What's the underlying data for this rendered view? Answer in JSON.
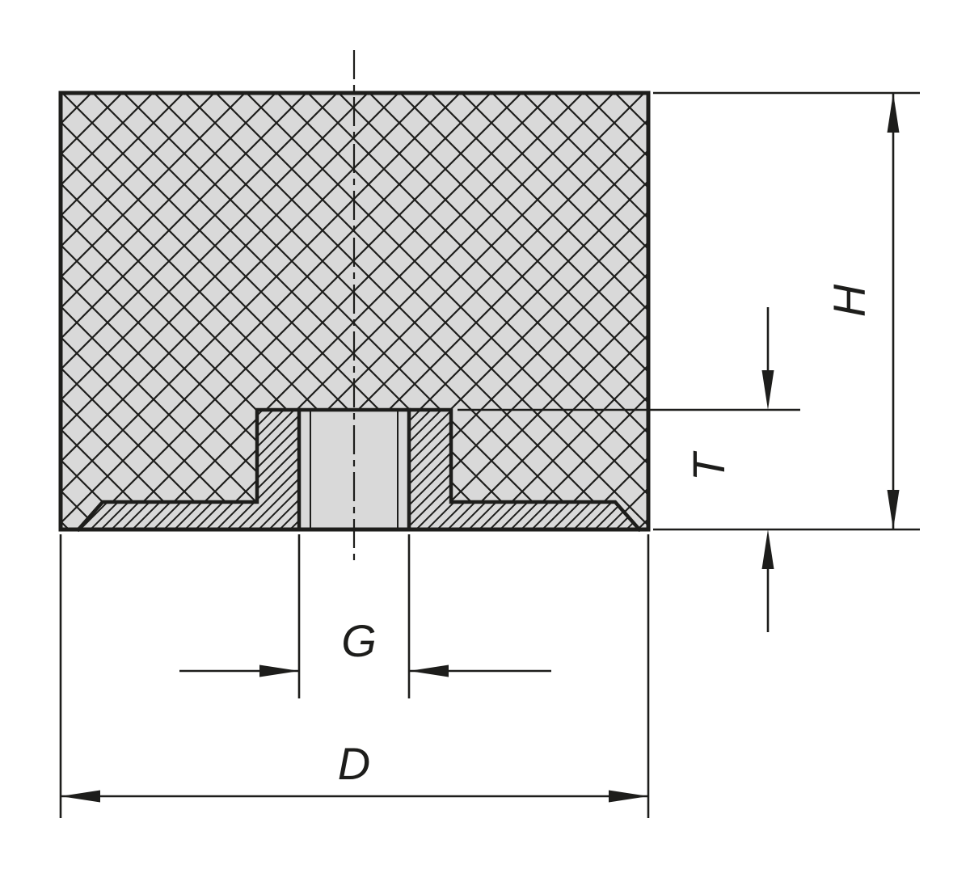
{
  "drawing": {
    "kind": "technical-section-drawing",
    "subject": "rubber buffer with threaded metal insert, sectional view",
    "labels": {
      "overall_diameter": "D",
      "thread": "G",
      "overall_height": "H",
      "thread_depth": "T"
    }
  },
  "colors": {
    "line": "#1d1d1b",
    "fill": "#d9d9d9",
    "background": "#ffffff"
  }
}
